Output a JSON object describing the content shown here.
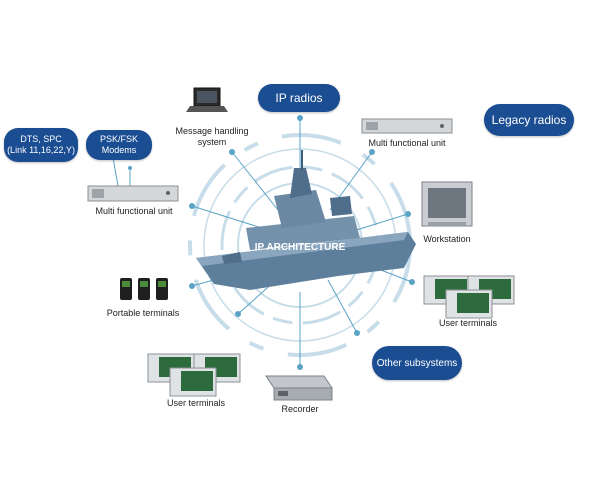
{
  "center": {
    "title": "IP ARCHITECTURE"
  },
  "bubbles": {
    "ip_radios": "IP radios",
    "legacy_radios": "Legacy radios",
    "dts_spc": {
      "line1": "DTS, SPC",
      "line2": "(Link 11,16,22,Y)"
    },
    "psk_fsk": {
      "line1": "PSK/FSK",
      "line2": "Modems"
    },
    "other_subsystems": "Other subsystems"
  },
  "labels": {
    "message_handling": {
      "line1": "Message handling",
      "line2": "system"
    },
    "multi_functional_unit_top": "Multi functional unit",
    "multi_functional_unit_left": "Multi functional unit",
    "workstation": "Workstation",
    "portable_terminals": "Portable terminals",
    "user_terminals_right": "User terminals",
    "user_terminals_left": "User terminals",
    "recorder": "Recorder"
  },
  "colors": {
    "bubble": "#1b4d92",
    "connector": "#5aa3c7",
    "ring": "#c7dde9",
    "ship": "#5e7f9c"
  }
}
